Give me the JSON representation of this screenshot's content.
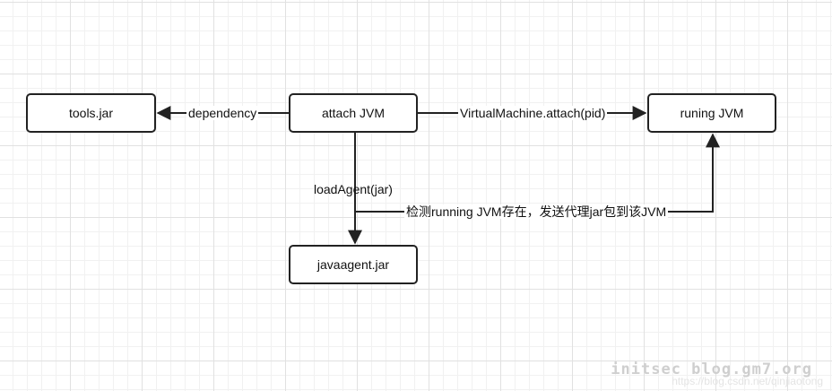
{
  "nodes": {
    "tools_jar": "tools.jar",
    "attach_jvm": "attach JVM",
    "runing_jvm": "runing JVM",
    "javaagent_jar": "javaagent.jar"
  },
  "edges": {
    "dependency": "dependency",
    "attach": "VirtualMachine.attach(pid)",
    "load_agent": "loadAgent(jar)",
    "detect_send": "检测running JVM存在，发送代理jar包到该JVM"
  },
  "watermark": {
    "site": "initsec blog.gm7.org",
    "url": "https://blog.csdn.net/qinjiaotong"
  },
  "colors": {
    "line": "#222222",
    "grid": "#e1e1e1"
  }
}
